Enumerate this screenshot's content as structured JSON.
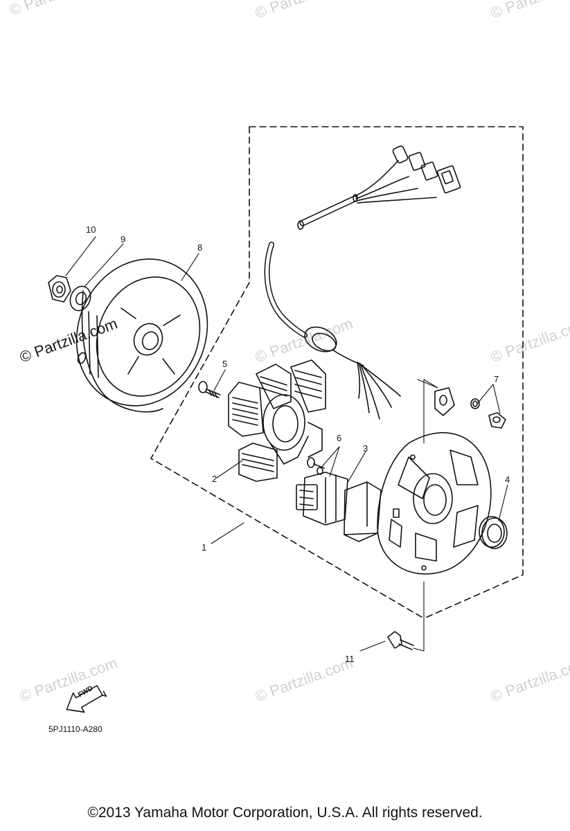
{
  "watermark": "© Partzilla.com",
  "callouts": [
    "1",
    "2",
    "3",
    "4",
    "5",
    "6",
    "7",
    "8",
    "9",
    "10",
    "11"
  ],
  "fwd_label": "FWD",
  "diagram_code": "5PJ1110-A280",
  "copyright": "©2013 Yamaha Motor Corporation, U.S.A. All rights reserved."
}
